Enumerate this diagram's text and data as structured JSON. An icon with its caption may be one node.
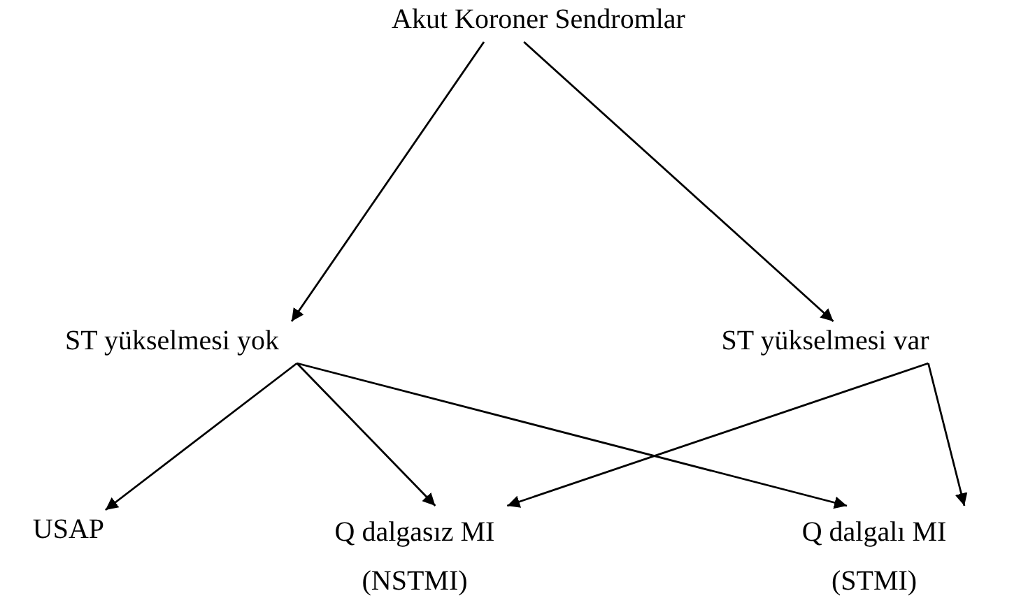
{
  "diagram": {
    "nodes": [
      {
        "text": [
          "Akut Koroner Sendromlar"
        ]
      },
      {
        "text": [
          "ST yükselmesi yok"
        ]
      },
      {
        "text": [
          "ST yükselmesi var"
        ]
      },
      {
        "text": [
          "USAP"
        ]
      },
      {
        "text": [
          "Q dalgasız MI (NSTMI)"
        ]
      },
      {
        "text": [
          "Q dalgalı MI (STMI)"
        ]
      }
    ],
    "edges": [
      {
        "from": 0,
        "to": 1,
        "arrow": "to"
      },
      {
        "from": 0,
        "to": 2,
        "arrow": "to"
      },
      {
        "from": 1,
        "to": 3,
        "arrow": "to"
      },
      {
        "from": 1,
        "to": 4,
        "arrow": "to"
      },
      {
        "from": 1,
        "to": 5,
        "arrow": "to"
      },
      {
        "from": 2,
        "to": 4,
        "arrow": "to"
      },
      {
        "from": 2,
        "to": 5,
        "arrow": "to"
      }
    ]
  }
}
